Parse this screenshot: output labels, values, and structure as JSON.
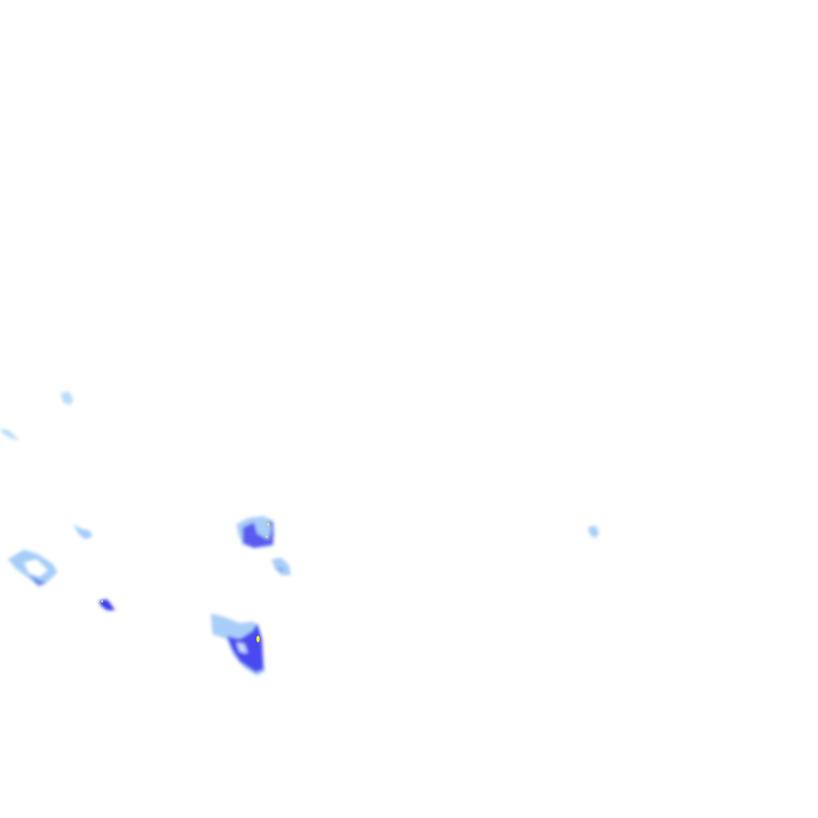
{
  "radar_overlay": {
    "legend_colors": {
      "light": "#b8dcfa",
      "medium": "#7f9cf5",
      "heavy": "#3a3af0",
      "peak": "#ffff00"
    },
    "echo_cells": [
      {
        "name": "echo-cell-far-west-1",
        "intensity": "light"
      },
      {
        "name": "echo-cell-far-west-2",
        "intensity": "light"
      },
      {
        "name": "echo-cell-west-3",
        "intensity": "light"
      },
      {
        "name": "echo-cell-west-ring",
        "intensity": "medium"
      },
      {
        "name": "echo-cell-small-core",
        "intensity": "heavy"
      },
      {
        "name": "echo-cell-central-north",
        "intensity": "heavy"
      },
      {
        "name": "echo-cell-central-mid",
        "intensity": "light"
      },
      {
        "name": "echo-cell-central-south",
        "intensity": "heavy"
      },
      {
        "name": "echo-cell-east",
        "intensity": "light"
      }
    ]
  }
}
